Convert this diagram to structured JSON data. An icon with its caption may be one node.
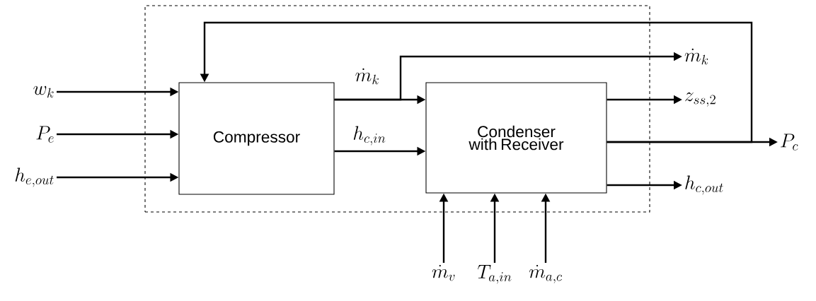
{
  "diagram": {
    "nodes": [
      {
        "text": [],
        "shape": "box"
      },
      {
        "text": [
          "Compressor"
        ],
        "in": 0
      },
      {
        "text": [
          "Condenser with Receiver"
        ],
        "in": 0
      },
      {
        "text": [
          "w_k"
        ]
      },
      {
        "text": [
          "P_e"
        ]
      },
      {
        "text": [
          "h_{e,out}"
        ]
      },
      {
        "text": [
          "\\dot{m}_k"
        ]
      },
      {
        "text": [
          "z_{ss,2}"
        ]
      },
      {
        "text": [
          "P_c"
        ]
      },
      {
        "text": [
          "h_{c,out}"
        ]
      },
      {
        "text": [
          "\\dot{m}_v"
        ]
      },
      {
        "text": [
          "T_{a,in}"
        ]
      },
      {
        "text": [
          "\\dot{m}_{a,c}"
        ]
      }
    ],
    "edges": [
      {
        "from": 3,
        "to": 1,
        "arrow": "to"
      },
      {
        "from": 4,
        "to": 1,
        "arrow": "to"
      },
      {
        "from": 5,
        "to": 1,
        "arrow": "to"
      },
      {
        "from": 1,
        "to": 2,
        "arrow": "to",
        "label": "\\dot{m}_k"
      },
      {
        "from": 1,
        "to": 2,
        "arrow": "to",
        "label": "h_{c,in}"
      },
      {
        "from": 1,
        "to": 6,
        "arrow": "to"
      },
      {
        "from": 2,
        "to": 7,
        "arrow": "to"
      },
      {
        "from": 2,
        "to": 8,
        "arrow": "to"
      },
      {
        "from": 2,
        "to": 1,
        "arrow": "to"
      },
      {
        "from": 2,
        "to": 9,
        "arrow": "to"
      },
      {
        "from": 10,
        "to": 2,
        "arrow": "to"
      },
      {
        "from": 11,
        "to": 2,
        "arrow": "to"
      },
      {
        "from": 12,
        "to": 2,
        "arrow": "to"
      }
    ]
  }
}
